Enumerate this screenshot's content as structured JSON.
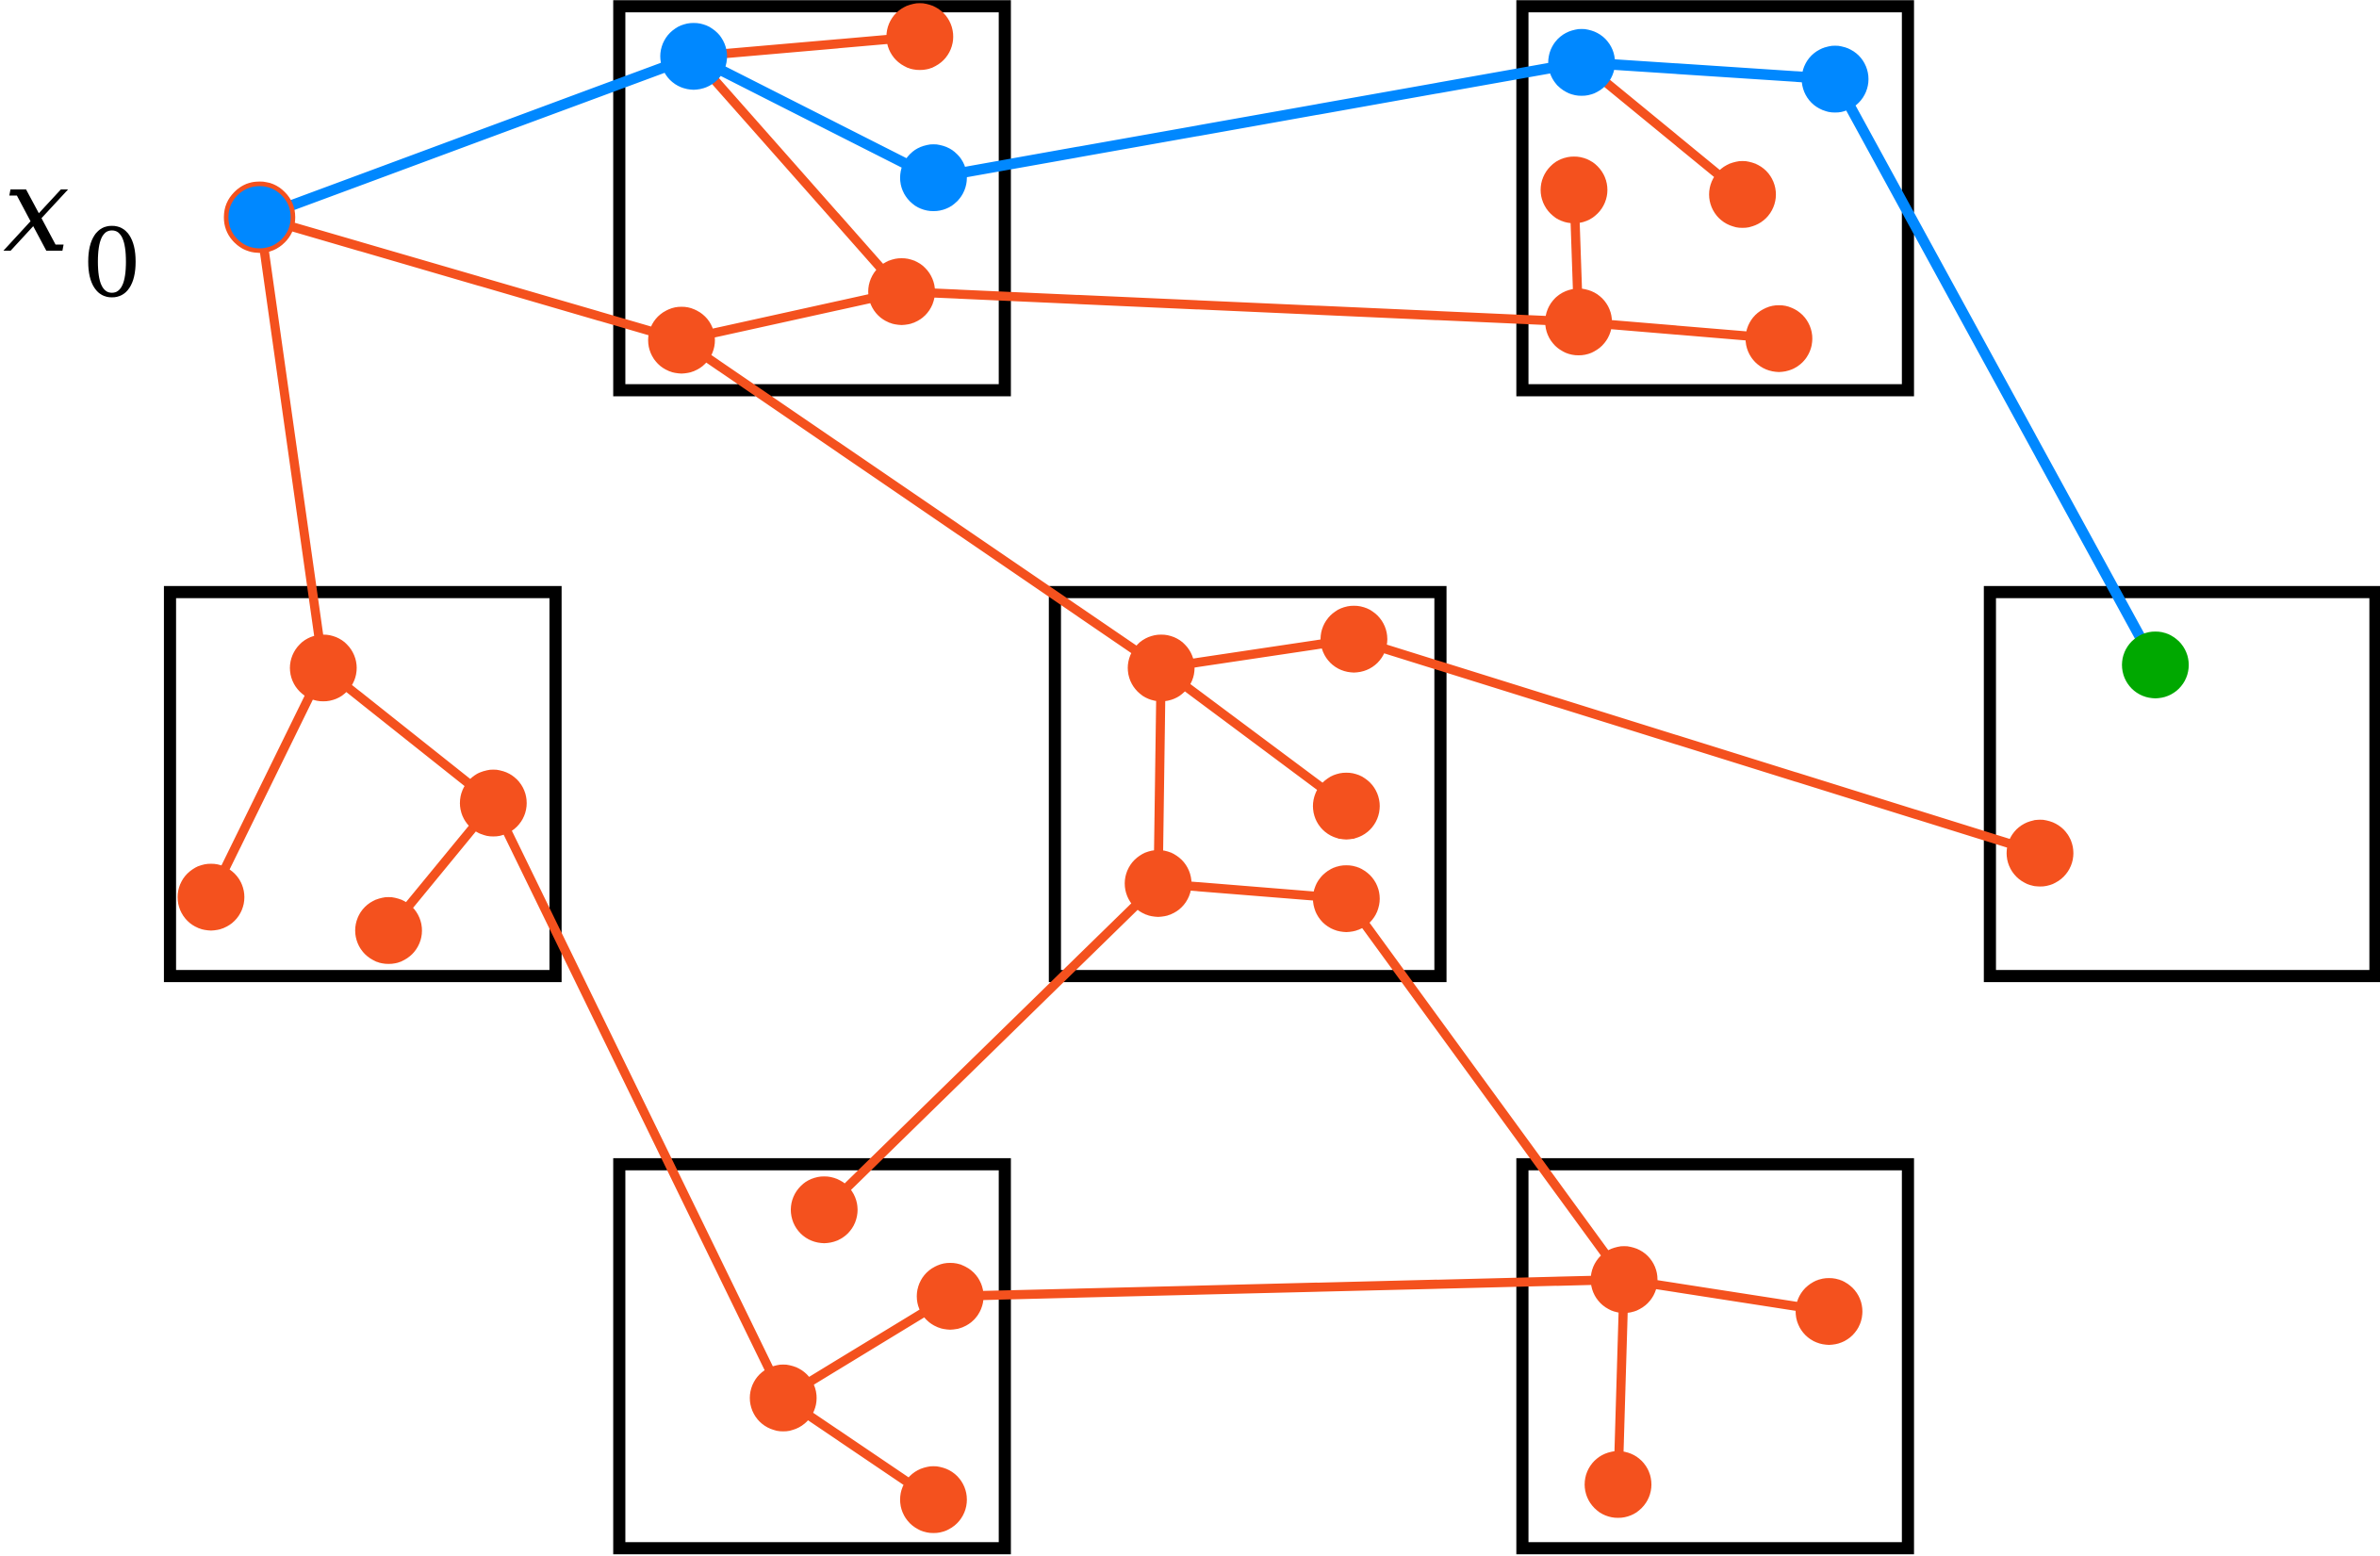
{
  "label": {
    "main": "x",
    "subscript": "0"
  },
  "colors": {
    "tree": "#f4511e",
    "path": "#0088ff",
    "goal": "#00a800",
    "box": "#000000"
  },
  "boxes": [
    "top-middle",
    "top-right",
    "middle-left",
    "center",
    "middle-right",
    "bottom-middle",
    "bottom-right"
  ],
  "nodes": [
    {
      "id": "x0",
      "kind": "start"
    },
    {
      "id": "b1",
      "kind": "path"
    },
    {
      "id": "b2",
      "kind": "path"
    },
    {
      "id": "b3",
      "kind": "path"
    },
    {
      "id": "b4",
      "kind": "path"
    },
    {
      "id": "g",
      "kind": "goal"
    },
    {
      "id": "o1",
      "kind": "tree"
    },
    {
      "id": "o2",
      "kind": "tree"
    },
    {
      "id": "o3",
      "kind": "tree"
    },
    {
      "id": "o4",
      "kind": "tree"
    },
    {
      "id": "o5",
      "kind": "tree"
    },
    {
      "id": "o6",
      "kind": "tree"
    },
    {
      "id": "o7",
      "kind": "tree"
    },
    {
      "id": "o8",
      "kind": "tree"
    },
    {
      "id": "o9",
      "kind": "tree"
    },
    {
      "id": "o10",
      "kind": "tree"
    },
    {
      "id": "o11",
      "kind": "tree"
    },
    {
      "id": "o12",
      "kind": "tree"
    },
    {
      "id": "o13",
      "kind": "tree"
    },
    {
      "id": "o14",
      "kind": "tree"
    },
    {
      "id": "o15",
      "kind": "tree"
    },
    {
      "id": "o16",
      "kind": "tree"
    },
    {
      "id": "o17",
      "kind": "tree"
    },
    {
      "id": "o18",
      "kind": "tree"
    },
    {
      "id": "o19",
      "kind": "tree"
    },
    {
      "id": "o20",
      "kind": "tree"
    },
    {
      "id": "o21",
      "kind": "tree"
    },
    {
      "id": "o22",
      "kind": "tree"
    },
    {
      "id": "o23",
      "kind": "tree"
    },
    {
      "id": "o24",
      "kind": "tree"
    }
  ],
  "tree_edges": [
    [
      "x0",
      "o3"
    ],
    [
      "x0",
      "o8"
    ],
    [
      "b1",
      "o1"
    ],
    [
      "b1",
      "o2"
    ],
    [
      "o2",
      "o3"
    ],
    [
      "o2",
      "o6"
    ],
    [
      "o3",
      "o12"
    ],
    [
      "b3",
      "o4"
    ],
    [
      "o5",
      "o6"
    ],
    [
      "o6",
      "o7"
    ],
    [
      "o8",
      "o10"
    ],
    [
      "o8",
      "o9"
    ],
    [
      "o9",
      "o11"
    ],
    [
      "o9",
      "o20"
    ],
    [
      "o12",
      "o13"
    ],
    [
      "o12",
      "o14"
    ],
    [
      "o12",
      "o15"
    ],
    [
      "o13",
      "o17"
    ],
    [
      "o15",
      "o16"
    ],
    [
      "o15",
      "o18"
    ],
    [
      "o16",
      "o22"
    ],
    [
      "o19",
      "o20"
    ],
    [
      "o20",
      "o21"
    ],
    [
      "o19",
      "o22"
    ],
    [
      "o22",
      "o23"
    ],
    [
      "o22",
      "o24"
    ]
  ],
  "path_edges": [
    [
      "x0",
      "b1"
    ],
    [
      "b1",
      "b2"
    ],
    [
      "b2",
      "b3"
    ],
    [
      "b3",
      "b4"
    ],
    [
      "b4",
      "g"
    ]
  ]
}
